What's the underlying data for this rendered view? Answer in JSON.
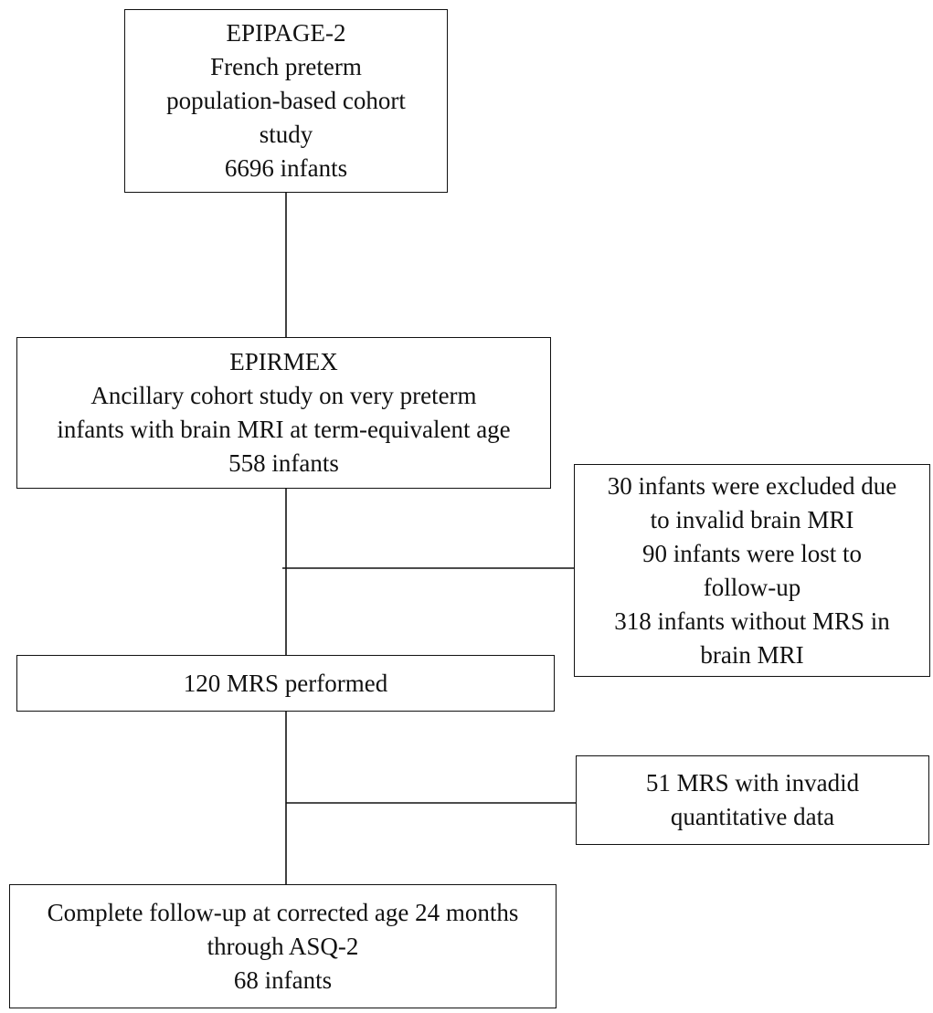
{
  "flowchart": {
    "epipage": {
      "lines": [
        "EPIPAGE-2",
        "French preterm",
        "population-based cohort",
        "study",
        "6696 infants"
      ]
    },
    "epirmex": {
      "lines": [
        "EPIRMEX",
        "Ancillary cohort study on very preterm",
        "infants with brain MRI at term-equivalent age",
        "558 infants"
      ]
    },
    "exclusion_1": {
      "lines": [
        "30 infants were excluded due",
        "to invalid brain MRI",
        "90 infants were lost to",
        "follow-up",
        "318 infants without MRS in",
        "brain MRI"
      ]
    },
    "mrs_performed": {
      "lines": [
        "120 MRS performed"
      ]
    },
    "exclusion_2": {
      "lines": [
        "51 MRS with invadid",
        "quantitative data"
      ]
    },
    "final": {
      "lines": [
        "Complete follow-up at corrected age 24 months",
        "through ASQ-2",
        "68 infants"
      ]
    }
  }
}
